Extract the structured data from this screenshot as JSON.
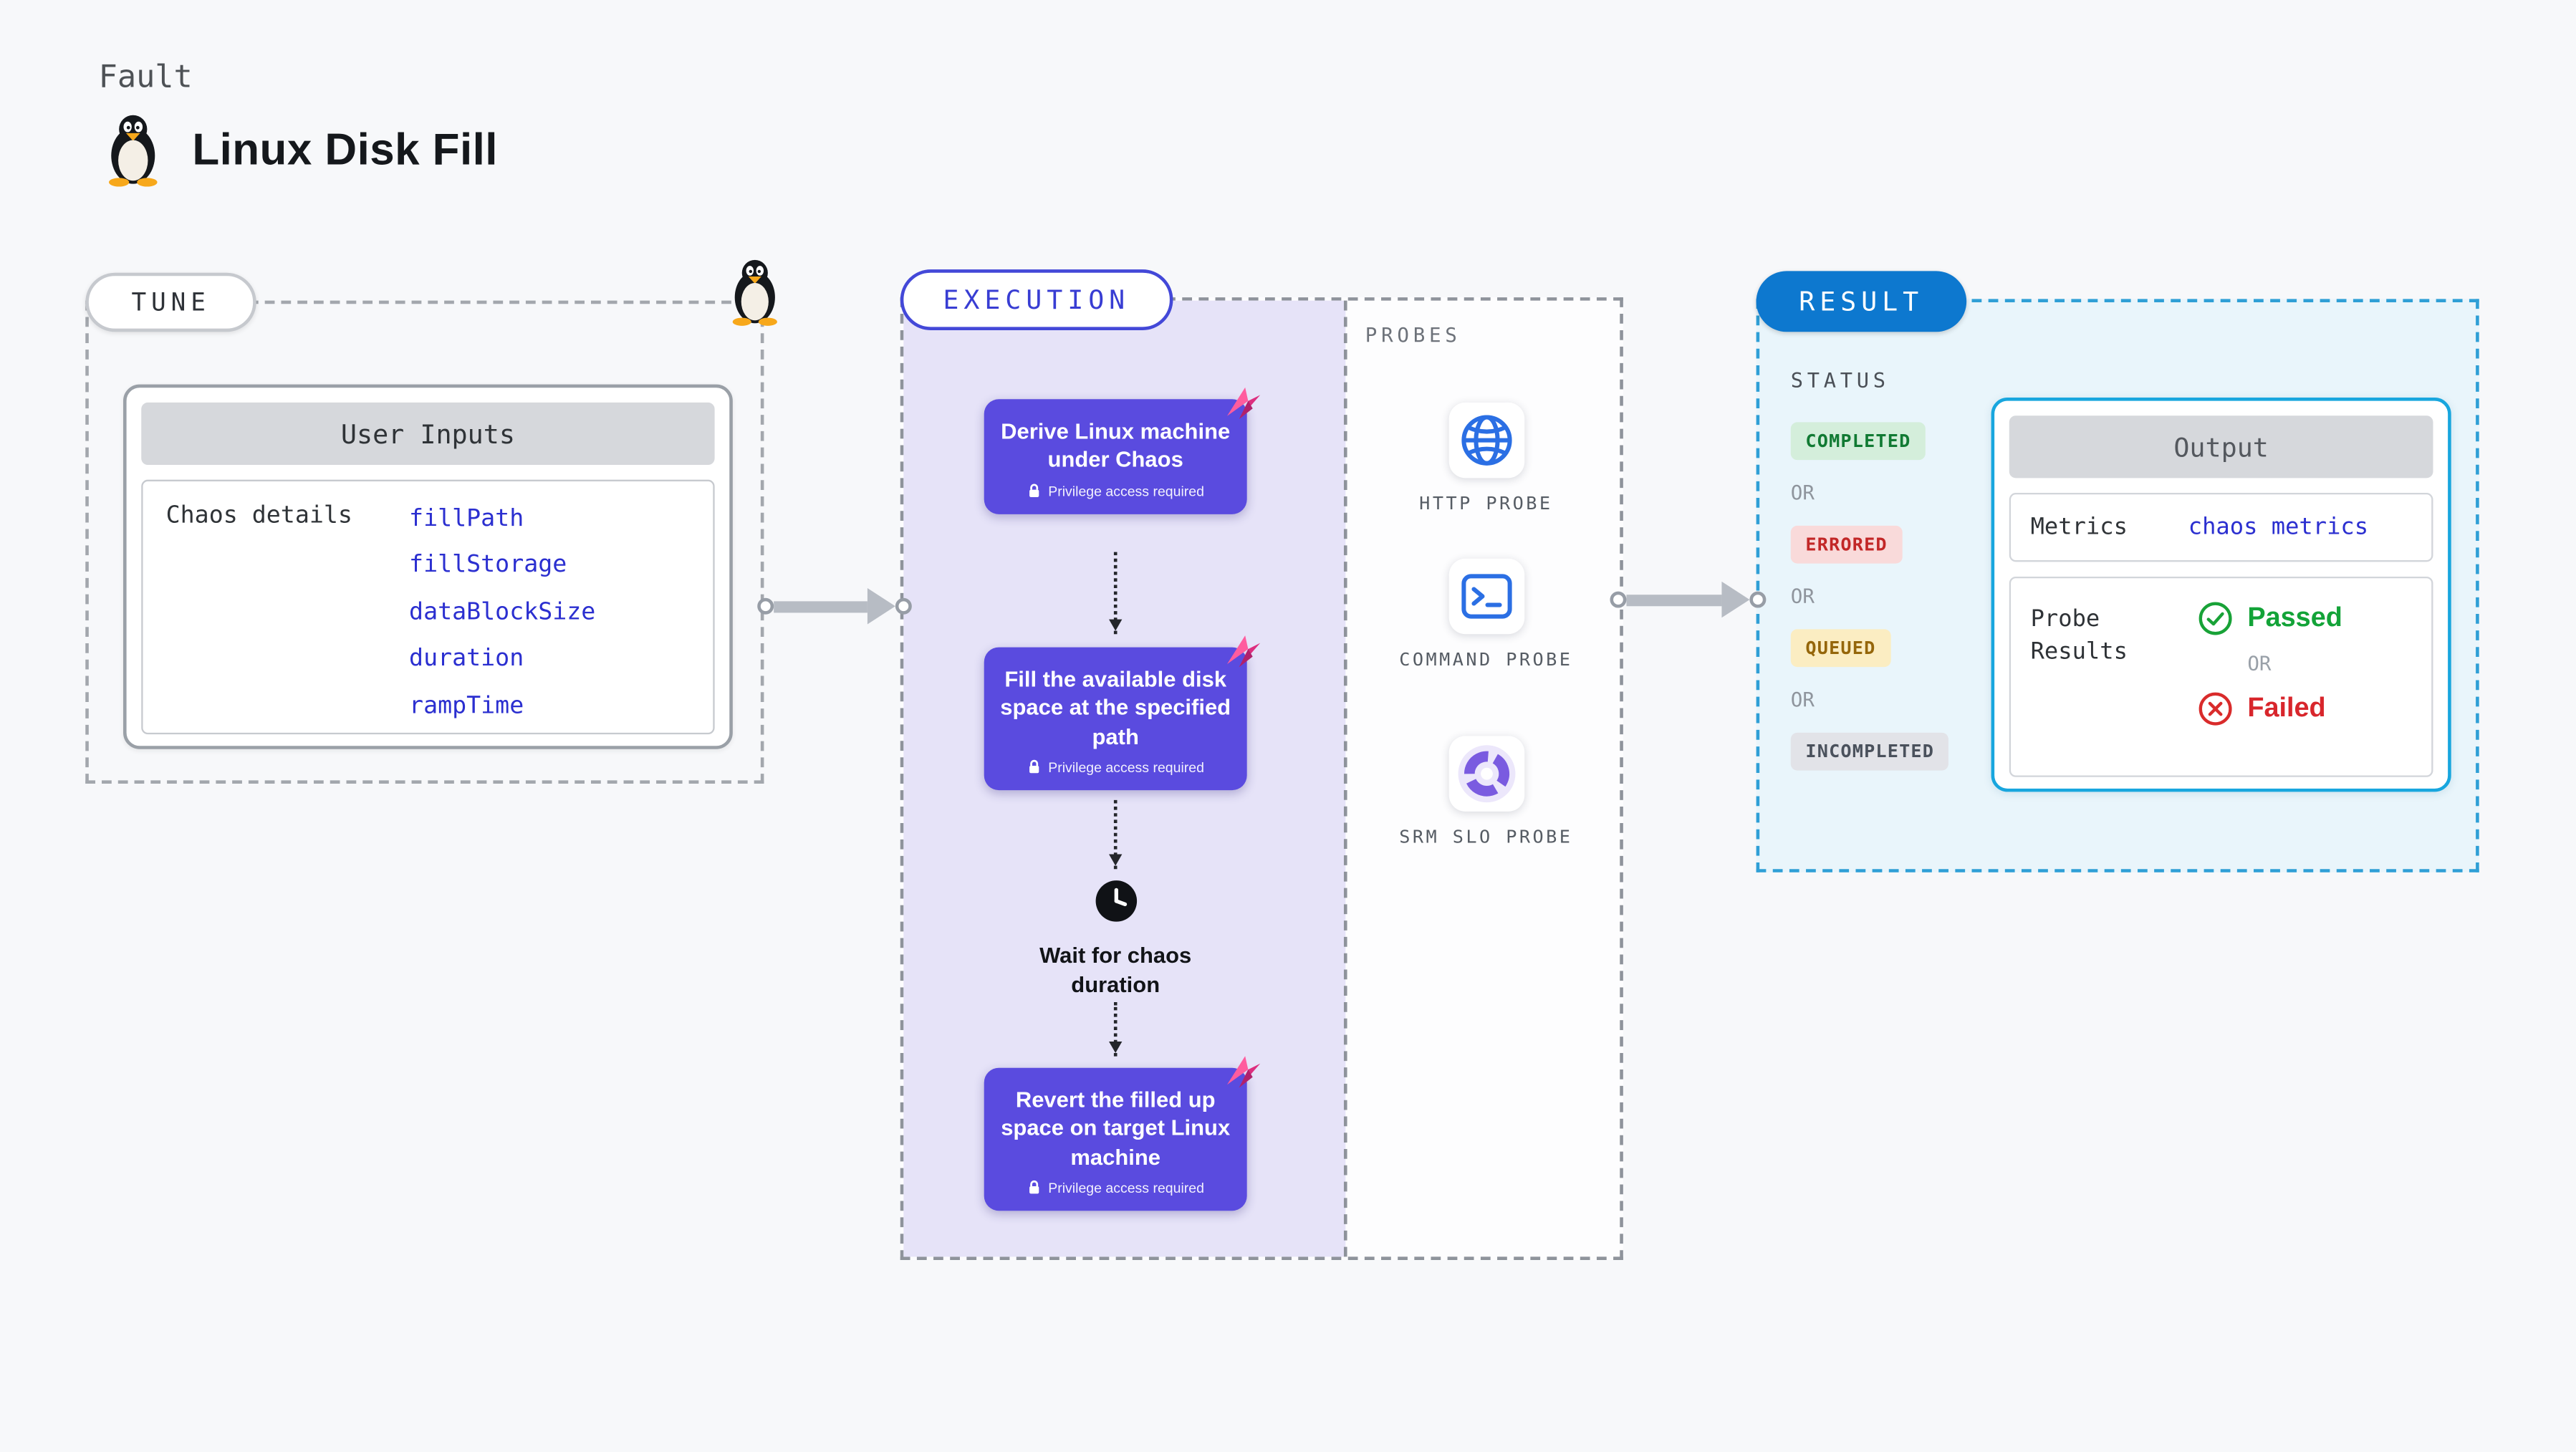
{
  "page": {
    "kicker": "Fault",
    "title": "Linux Disk Fill"
  },
  "tune": {
    "label": "TUNE",
    "card_title": "User Inputs",
    "row_label": "Chaos details",
    "inputs": [
      "fillPath",
      "fillStorage",
      "dataBlockSize",
      "duration",
      "rampTime"
    ]
  },
  "execution": {
    "label": "EXECUTION",
    "steps": [
      {
        "text": "Derive Linux machine under Chaos",
        "badge": "Privilege access required"
      },
      {
        "text": "Fill the available disk space at the specified path",
        "badge": "Privilege access required"
      },
      {
        "text": "Wait for chaos duration",
        "type": "wait"
      },
      {
        "text": "Revert the filled up space on target Linux machine",
        "badge": "Privilege access required"
      }
    ],
    "probes": {
      "label": "PROBES",
      "items": [
        {
          "name": "HTTP PROBE",
          "icon": "globe-icon"
        },
        {
          "name": "COMMAND PROBE",
          "icon": "terminal-icon"
        },
        {
          "name": "SRM SLO PROBE",
          "icon": "slo-donut-icon"
        }
      ]
    }
  },
  "result": {
    "label": "RESULT",
    "status_label": "STATUS",
    "or_label": "OR",
    "statuses": [
      {
        "text": "COMPLETED"
      },
      {
        "text": "ERRORED"
      },
      {
        "text": "QUEUED"
      },
      {
        "text": "INCOMPLETED"
      }
    ],
    "output": {
      "title": "Output",
      "metrics_label": "Metrics",
      "metrics_link": "chaos metrics",
      "probe_results_label": "Probe Results",
      "passed": "Passed",
      "or": "OR",
      "failed": "Failed"
    }
  },
  "colors": {
    "card_purple": "#5a4bdf",
    "panel_purple": "#e6e3f8",
    "result_blue": "#0d78cf",
    "output_border": "#18a6de",
    "link_blue": "#2b2fd0",
    "chaos_pink": "#e8368f",
    "completed_green": "#117a33",
    "errored_red": "#c22727",
    "queued_yellow": "#95660a",
    "incompleted_gray": "#4a515c",
    "passed_green": "#13a338",
    "failed_red": "#d8262c"
  }
}
